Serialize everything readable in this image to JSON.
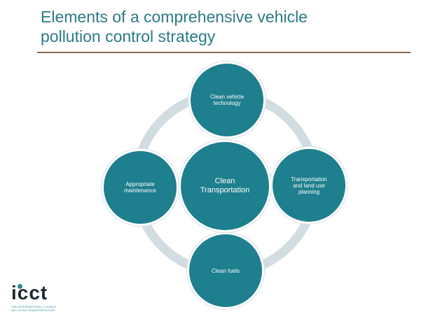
{
  "title": {
    "line1": "Elements of a comprehensive vehicle",
    "line2": "pollution control strategy"
  },
  "diagram": {
    "center": "Clean\nTransportation",
    "top": "Clean vehicle\ntechnology",
    "right": "Transportation\nand land use\nplanning",
    "bottom": "Clean fuels",
    "left": "Appropriate\nmaintenance"
  },
  "colors": {
    "title": "#2b7a86",
    "node_fill": "#1e7f8e",
    "ring": "#d6e1e5",
    "rule": "#8c6a4f"
  },
  "logo": {
    "word": "icct",
    "sub": "THE INTERNATIONAL COUNCIL ON CLEAN TRANSPORTATION"
  }
}
